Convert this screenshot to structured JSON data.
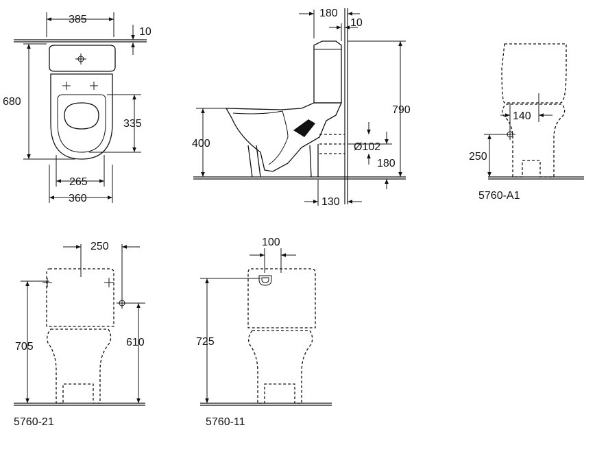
{
  "drawing": {
    "top_view": {
      "width_top": "385",
      "offset_top": "10",
      "depth": "680",
      "bowl_offset": "335",
      "width_mid": "265",
      "width_bottom": "360"
    },
    "side_view": {
      "tank_depth": "180",
      "gap": "10",
      "total_height": "790",
      "seat_height": "400",
      "outlet_diameter": "Ø102",
      "outlet_height": "180",
      "outlet_distance": "130"
    },
    "variant_a1": {
      "code": "5760-A1",
      "inlet_offset": "140",
      "inlet_height": "250"
    },
    "variant_21": {
      "code": "5760-21",
      "inlet_offset": "250",
      "height": "705",
      "inlet_height": "610"
    },
    "variant_11": {
      "code": "5760-11",
      "button_width": "100",
      "height": "725"
    }
  }
}
